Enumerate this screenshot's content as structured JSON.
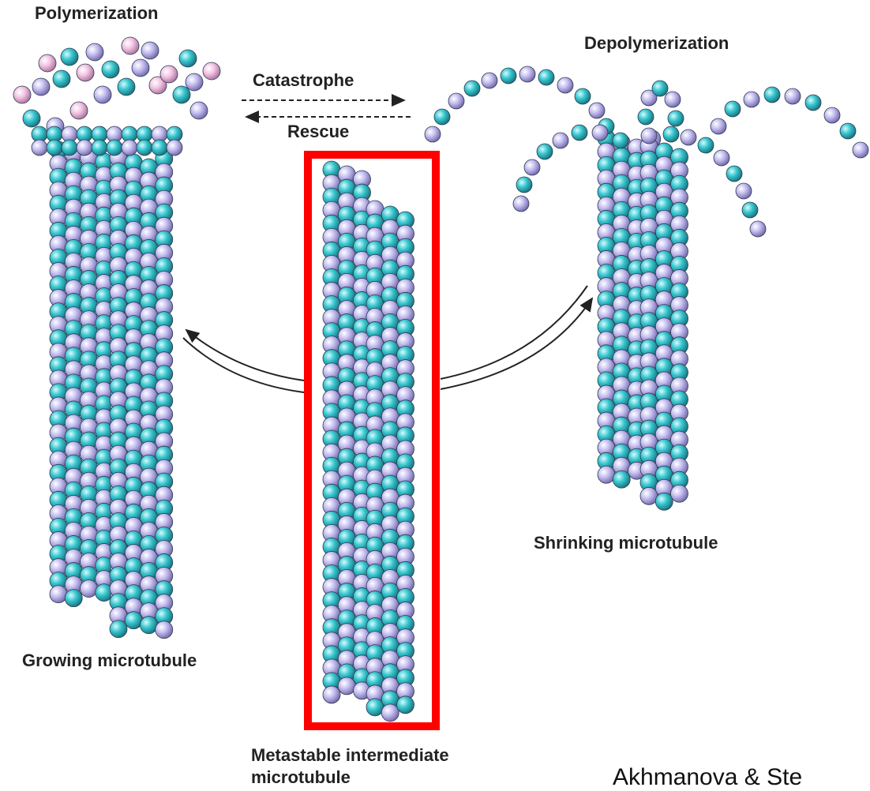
{
  "labels": {
    "polymerization": "Polymerization",
    "depolymerization": "Depolymerization",
    "catastrophe": "Catastrophe",
    "rescue": "Rescue",
    "growing": "Growing microtubule",
    "shrinking": "Shrinking microtubule",
    "metastable_line1": "Metastable intermediate",
    "metastable_line2": "microtubule",
    "citation": "Akhmanova & Ste"
  },
  "colors": {
    "tubulin_cyan": "#37c6cf",
    "tubulin_lavender": "#c4bdf0",
    "tubulin_pink": "#f3c4e4",
    "highlight_box": "#ff0000",
    "arrow": "#222222"
  },
  "icons": {
    "catastrophe_arrow": "dashed-arrow-right",
    "rescue_arrow": "dashed-arrow-left",
    "cycle_arrows": "double-curved-arrow"
  }
}
